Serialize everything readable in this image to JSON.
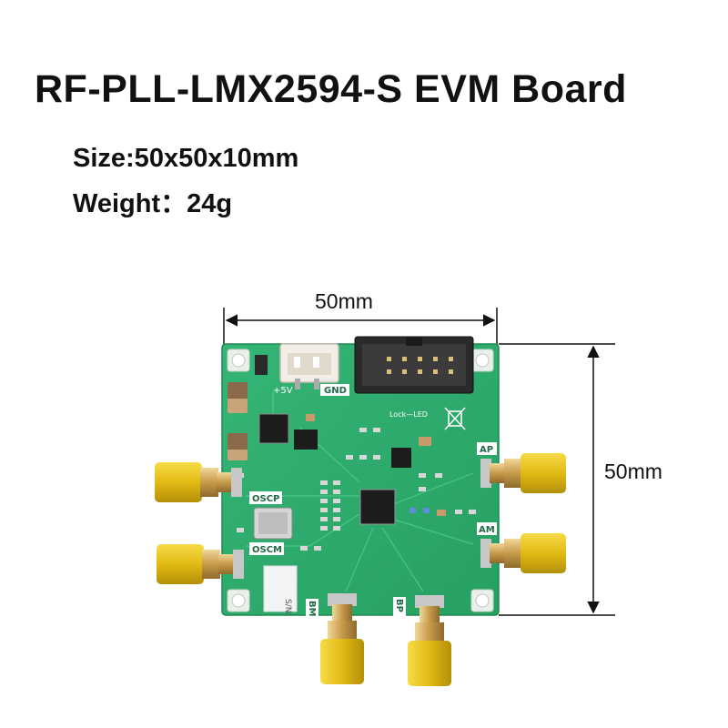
{
  "product": {
    "title": "RF-PLL-LMX2594-S EVM Board",
    "size_spec": "Size:50x50x10mm",
    "weight_spec": "Weight：24g"
  },
  "dimensions": {
    "width_label": "50mm",
    "height_label": "50mm"
  },
  "board_silkscreen": {
    "power": "+5V",
    "ground": "GND",
    "lock_led": "Lock—LED",
    "osc_p": "OSCP",
    "osc_m": "OSCM",
    "out_ap": "AP",
    "out_am": "AM",
    "out_bm": "BM",
    "out_bp": "BP",
    "serial": "S/N:"
  },
  "colors": {
    "pcb_green": "#2fae6e",
    "sma_gold": "#e8c21a",
    "header_black": "#2a2a2a"
  }
}
